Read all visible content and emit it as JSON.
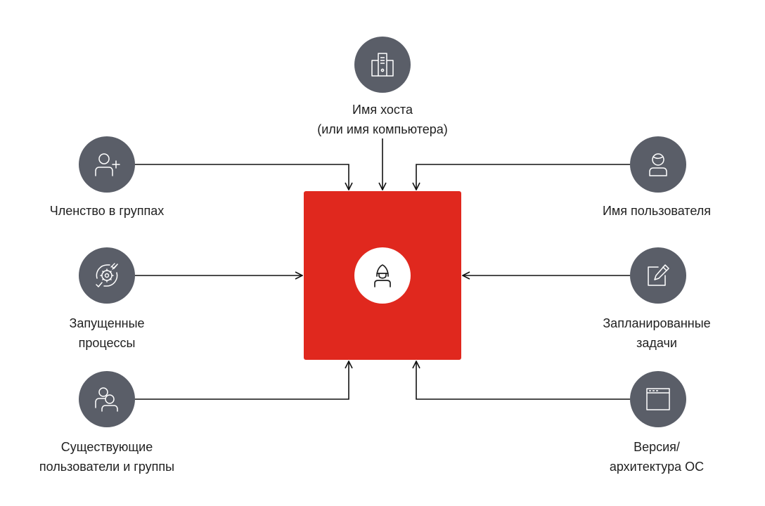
{
  "colors": {
    "node_fill": "#5a5e68",
    "accent": "#e0281e",
    "line": "#111111",
    "icon_stroke": "#ffffff",
    "center_icon_stroke": "#1f1f1f"
  },
  "center": {
    "icon": "hacker-icon"
  },
  "nodes": [
    {
      "id": "hostname",
      "icon": "server-icon",
      "label_lines": [
        "Имя хоста",
        "(или имя компьютера)"
      ]
    },
    {
      "id": "group-membership",
      "icon": "user-plus-icon",
      "label_lines": [
        "Членство в группах"
      ]
    },
    {
      "id": "running-processes",
      "icon": "gear-cycle-icon",
      "label_lines": [
        "Запущенные",
        "процессы"
      ]
    },
    {
      "id": "existing-users-groups",
      "icon": "users-icon",
      "label_lines": [
        "Существующие",
        "пользователи и группы"
      ]
    },
    {
      "id": "username",
      "icon": "user-icon",
      "label_lines": [
        "Имя пользователя"
      ]
    },
    {
      "id": "scheduled-tasks",
      "icon": "edit-icon",
      "label_lines": [
        "Запланированные",
        "задачи"
      ]
    },
    {
      "id": "os-version",
      "icon": "window-icon",
      "label_lines": [
        "Версия/",
        "архитектура ОС"
      ]
    }
  ]
}
